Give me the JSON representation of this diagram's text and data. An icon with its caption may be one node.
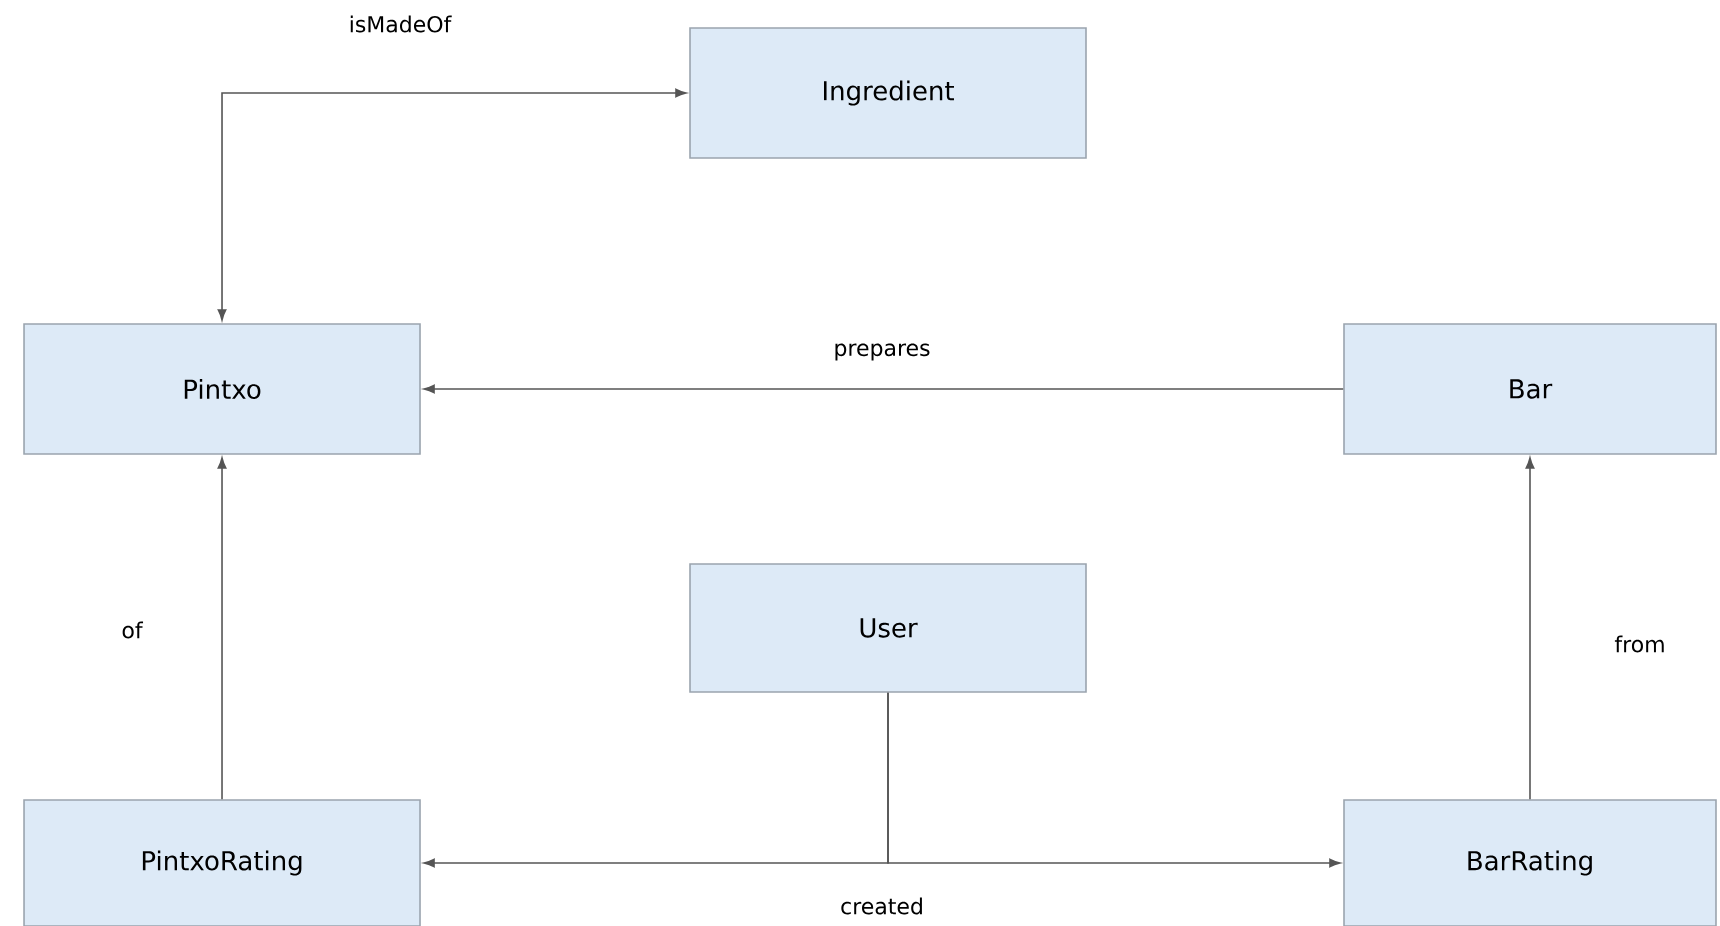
{
  "diagram": {
    "nodes": [
      {
        "text": [
          "Ingredient"
        ]
      },
      {
        "text": [
          "Pintxo"
        ]
      },
      {
        "text": [
          "Bar"
        ]
      },
      {
        "text": [
          "User"
        ]
      },
      {
        "text": [
          "PintxoRating"
        ]
      },
      {
        "text": [
          "BarRating"
        ]
      }
    ],
    "edges": [
      {
        "from": 1,
        "to": 0,
        "arrow": "both",
        "label": "isMadeOf"
      },
      {
        "from": 2,
        "to": 1,
        "arrow": "to",
        "label": "prepares"
      },
      {
        "from": 4,
        "to": 1,
        "arrow": "to",
        "label": "of"
      },
      {
        "from": 5,
        "to": 2,
        "arrow": "to",
        "label": "from"
      },
      {
        "from": 3,
        "to": 4,
        "arrow": "to",
        "label": "created"
      },
      {
        "from": 3,
        "to": 5,
        "arrow": "to"
      }
    ]
  }
}
